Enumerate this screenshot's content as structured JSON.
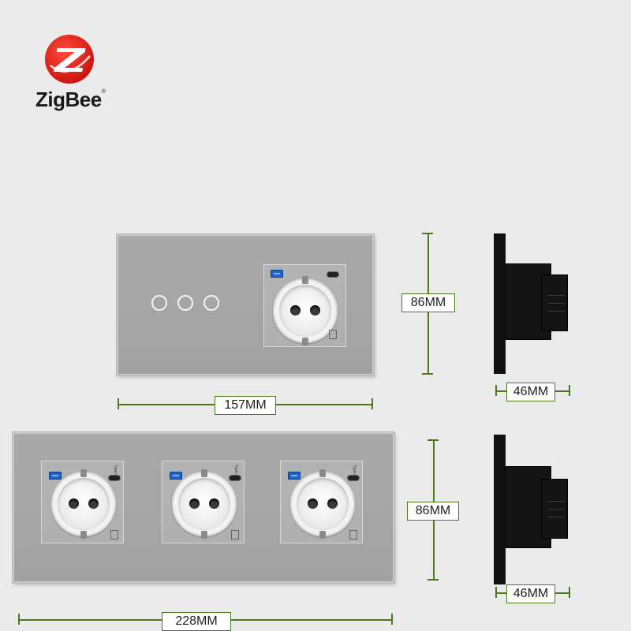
{
  "brand": {
    "name": "ZigBee",
    "registered_mark": "®",
    "logo_color": "#e8201c"
  },
  "panels": {
    "top": {
      "touch_buttons": 3,
      "sockets": 1,
      "color": "#a6a6a6"
    },
    "bottom": {
      "touch_buttons": 0,
      "sockets": 3,
      "color": "#a6a6a6"
    }
  },
  "socket": {
    "usb_c_label": "Type-c",
    "usb_a_color": "#1e63c8"
  },
  "dimensions": {
    "top_width": "157MM",
    "top_height": "86MM",
    "top_depth": "46MM",
    "bottom_width": "228MM",
    "bottom_height": "86MM",
    "bottom_depth": "46MM",
    "line_color": "#4a7a1a"
  }
}
